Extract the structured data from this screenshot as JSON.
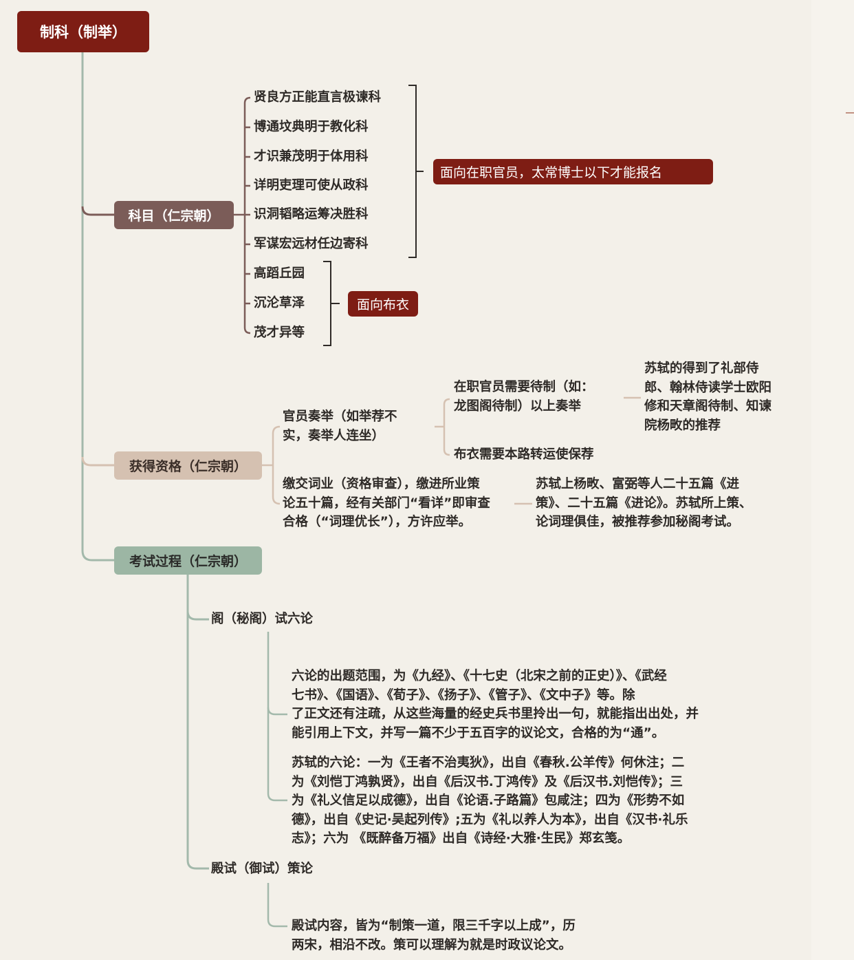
{
  "root": {
    "label": "制科（制举）"
  },
  "colors": {
    "root_fill": "#7e1d14",
    "kemu_fill": "#7b5c58",
    "zige_fill": "#d5c1b1",
    "kaoshi_fill": "#9cb6a4",
    "tag_fill": "#7e1d14",
    "main_line": "#a3b9ab",
    "kemu_line": "#7b5c58",
    "zige_line": "#d5c1b1",
    "background": "#f3f0e9"
  },
  "branches": {
    "kemu": {
      "label": "科目（仁宗朝）",
      "subjects_officials": [
        "贤良方正能直言极谏科",
        "博通坟典明于教化科",
        "才识兼茂明于体用科",
        "详明吏理可使从政科",
        "识洞韬略运筹决胜科",
        "军谋宏远材任边寄科"
      ],
      "officials_tag": "面向在职官员，太常博士以下才能报名",
      "subjects_commoners": [
        "高蹈丘园",
        "沉沦草泽",
        "茂才异等"
      ],
      "commoners_tag": "面向布衣"
    },
    "zige": {
      "label": "获得资格（仁宗朝）",
      "recommendation": {
        "text": [
          "官员奏举（如举荐不",
          "实，奏举人连坐）"
        ],
        "officials": {
          "text": [
            "在职官员需要待制（如：",
            "龙图阁待制）以上奏举"
          ],
          "example": [
            "苏轼的得到了礼部侍",
            "郎、翰林侍读学士欧阳",
            "修和天章阁待制、知谏",
            "院杨畋的推荐"
          ]
        },
        "commoners": {
          "text": "布衣需要本路转运使保荐"
        }
      },
      "submission": {
        "text": [
          "缴交词业（资格审查），缴进所业策",
          "论五十篇，经有关部门“看详”即审查",
          "合格（“词理优长”），方许应举。"
        ],
        "example": [
          "苏轼上杨畋、富弼等人二十五篇《进",
          "策》、二十五篇《进论》。苏轼所上策、",
          "论词理俱佳，被推荐参加秘阁考试。"
        ]
      }
    },
    "kaoshi": {
      "label": "考试过程（仁宗朝）",
      "ge_shi": {
        "label": "阁（秘阁）试六论",
        "scope": [
          "六论的出题范围，为《九经》、《十七史（北宋之前的正史）》、《武经",
          "七书》、《国语》、《荀子》、《扬子》、《管子》、《文中子》等。除",
          "了正文还有注疏，从这些海量的经史兵书里拎出一句，就能指出出处，并",
          "能引用上下文，并写一篇不少于五百字的议论文，合格的为“通”。"
        ],
        "su_shi": [
          "苏轼的六论：一为《王者不治夷狄》，出自《春秋.公羊传》何休注；二",
          "为《刘恺丁鸿孰贤》，出自《后汉书.丁鸿传》及《后汉书.刘恺传》；三",
          "为《礼义信足以成德》，出自《论语.子路篇》包咸注；四为《形势不如",
          "德》，出自《史记·吴起列传》;五为《礼以养人为本》，出自《汉书·礼乐",
          "志》；六为 《既醉备万福》出自《诗经·大雅·生民》郑玄笺。"
        ]
      },
      "dian_shi": {
        "label": "殿试（御试）策论",
        "content": [
          "殿试内容，皆为“制策一道，限三千字以上成”，历",
          "两宋，相沿不改。策可以理解为就是时政议论文。"
        ]
      }
    }
  }
}
